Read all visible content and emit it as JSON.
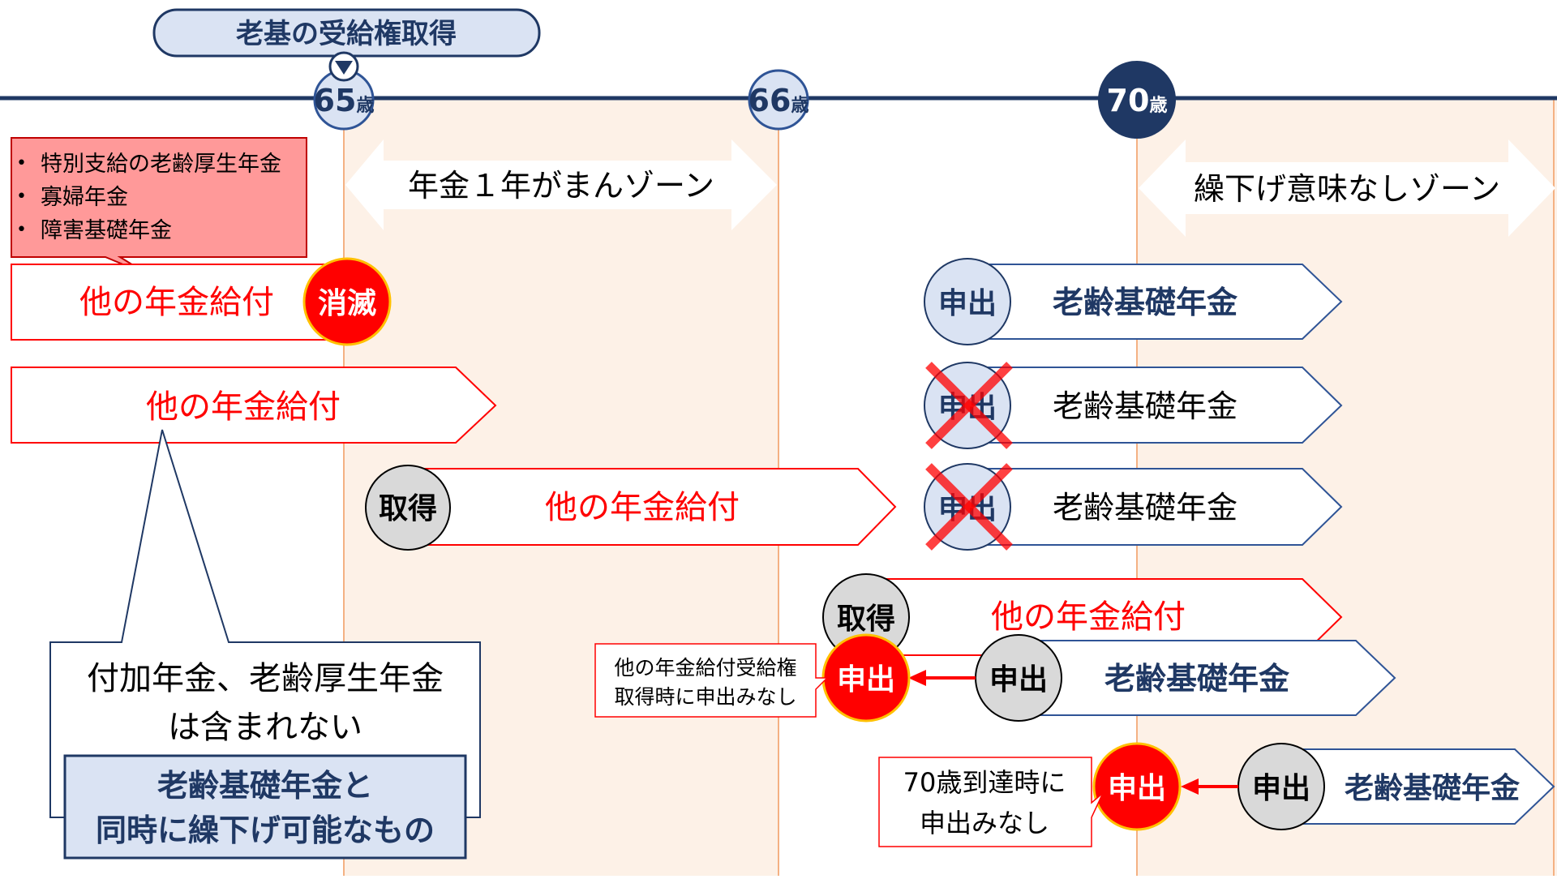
{
  "header": {
    "title": "老基の受給権取得"
  },
  "timeline": {
    "markers": [
      {
        "num": "65",
        "unit": "歳"
      },
      {
        "num": "66",
        "unit": "歳"
      },
      {
        "num": "70",
        "unit": "歳"
      }
    ]
  },
  "zones": {
    "zone1": "年金１年がまんゾーン",
    "zone2": "繰下げ意味なしゾーン"
  },
  "callout_top": {
    "items": [
      "特別支給の老齢厚生年金",
      "寡婦年金",
      "障害基礎年金"
    ],
    "bullet": "•"
  },
  "labels": {
    "other_benefit": "他の年金給付",
    "extinct": "消滅",
    "acquire": "取得",
    "apply": "申出",
    "basic_pension": "老齢基礎年金"
  },
  "callout_bottom": {
    "line1": "付加年金、老齢厚生年金",
    "line2": "は含まれない",
    "box_line1": "老齢基礎年金と",
    "box_line2": "同時に繰下げ可能なもの"
  },
  "notes": {
    "deemed1_line1": "他の年金給付受給権",
    "deemed1_line2": "取得時に申出みなし",
    "deemed2_line1": "70歳到達時に",
    "deemed2_line2": "申出みなし"
  },
  "colors": {
    "navy": "#1F3864",
    "blue_border": "#2F5496",
    "red": "#FF0000",
    "light_blue": "#DAE3F3",
    "zone_fill": "#FDF1E7",
    "pink": "#FF9999",
    "grey": "#D9D9D9"
  }
}
